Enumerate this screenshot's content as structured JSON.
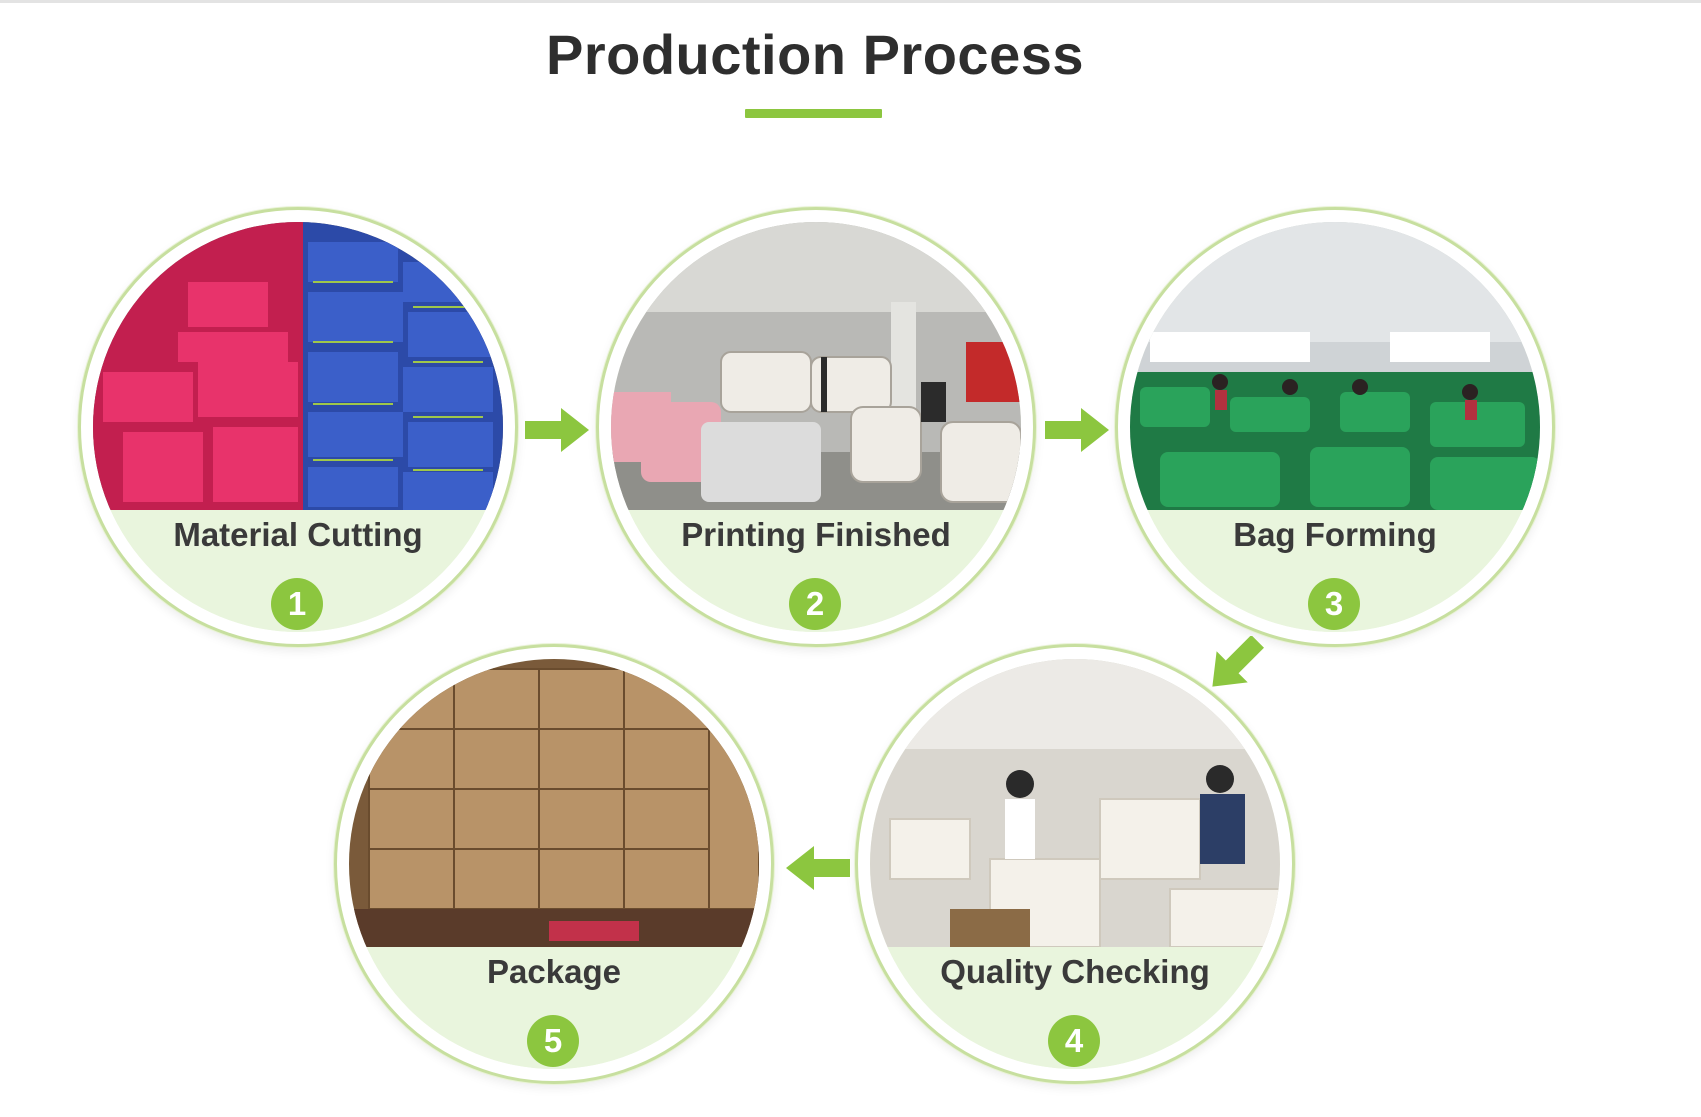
{
  "header": {
    "title": "Production Process"
  },
  "colors": {
    "accent": "#8cc63f",
    "band": "#e9f5dd",
    "ring": "#c7df9f"
  },
  "steps": [
    {
      "number": "1",
      "label": "Material Cutting"
    },
    {
      "number": "2",
      "label": "Printing Finished"
    },
    {
      "number": "3",
      "label": "Bag Forming"
    },
    {
      "number": "4",
      "label": "Quality Checking"
    },
    {
      "number": "5",
      "label": "Package"
    }
  ],
  "arrows": [
    "arrow-right-icon",
    "arrow-right-icon",
    "arrow-down-left-icon",
    "arrow-left-icon"
  ]
}
